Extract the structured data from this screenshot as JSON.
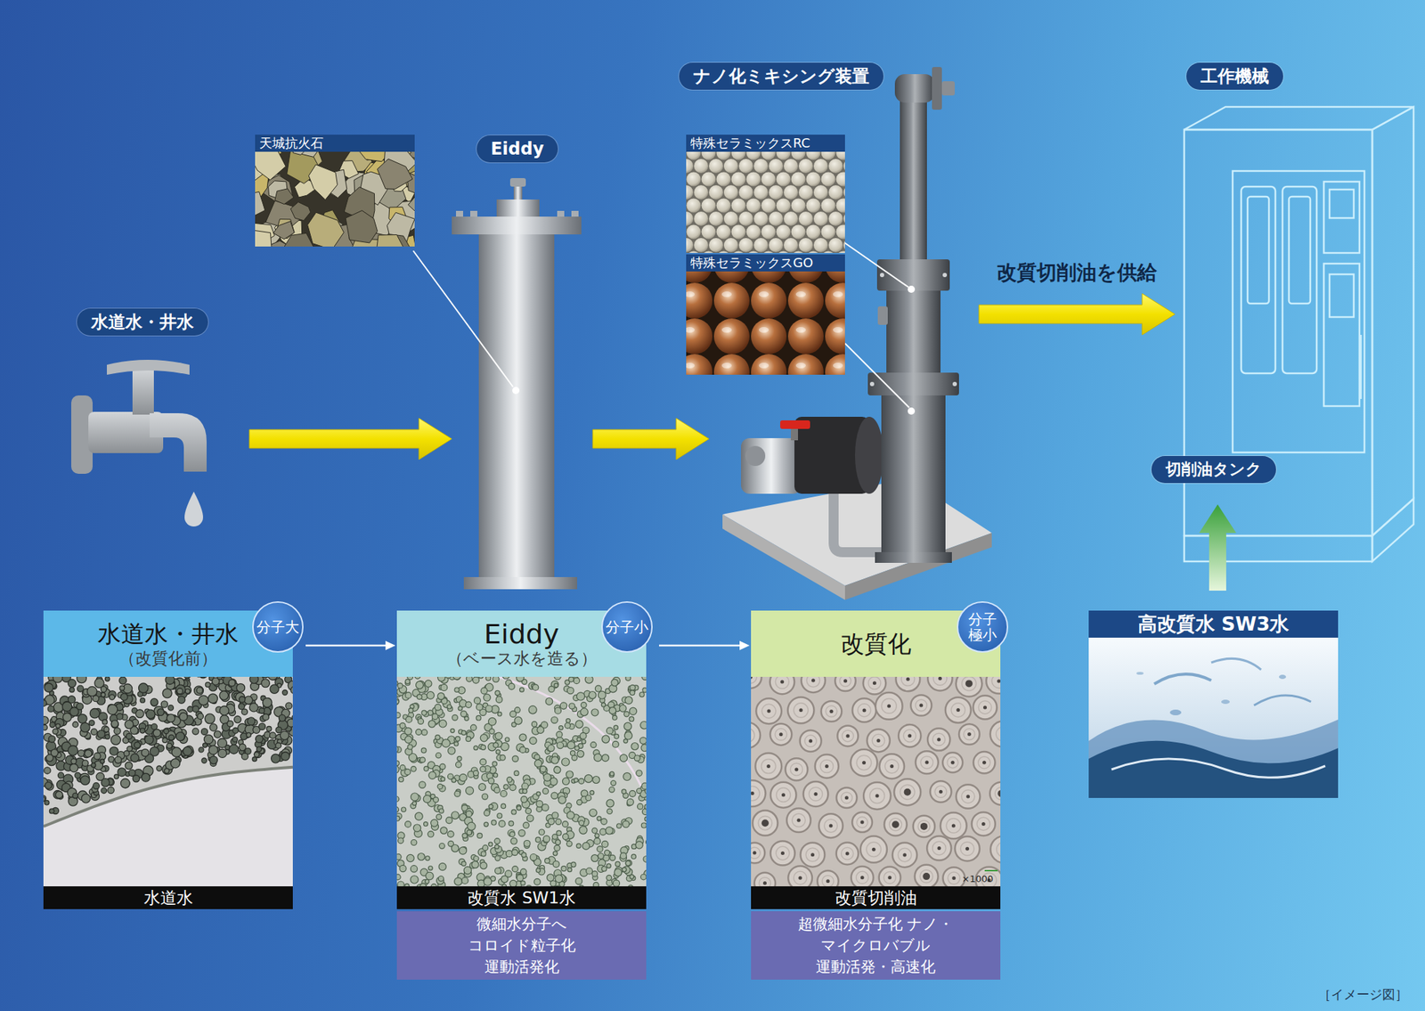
{
  "diagram": {
    "nodes": [
      {
        "text": [
          "水道水・井水"
        ]
      },
      {
        "text": [
          "Eiddy"
        ]
      },
      {
        "text": [
          "ナノ化ミキシング装置"
        ]
      },
      {
        "text": [
          "工作機械"
        ]
      },
      {
        "text": [
          "切削油タンク"
        ],
        "in": 3
      },
      {
        "text": [
          "水道水・井水",
          "（改質化前）"
        ]
      },
      {
        "text": [
          "分子大"
        ],
        "in": 5
      },
      {
        "text": [
          "水道水"
        ],
        "in": 5
      },
      {
        "text": [
          "Eiddy",
          "（ベース水を造る）"
        ]
      },
      {
        "text": [
          "分子小"
        ],
        "in": 8
      },
      {
        "text": [
          "改質水 SW1水"
        ],
        "in": 8
      },
      {
        "text": [
          "微細水分子へ コロイド粒子化 運動活発化"
        ]
      },
      {
        "text": [
          "改質化"
        ]
      },
      {
        "text": [
          "分子 極小"
        ],
        "in": 12
      },
      {
        "text": [
          "改質切削油"
        ],
        "in": 12
      },
      {
        "text": [
          "超微細水分子化 ナノ・マイクロバブル 運動活発・高速化"
        ]
      },
      {
        "text": [
          "高改質水 SW3水"
        ]
      }
    ],
    "edges": [
      {
        "from": 0,
        "to": 1,
        "arrow": "to"
      },
      {
        "from": 1,
        "to": 2,
        "arrow": "to"
      },
      {
        "from": 2,
        "to": 3,
        "label": "改質切削油を供給",
        "arrow": "to"
      },
      {
        "from": 16,
        "to": 4,
        "arrow": "to"
      },
      {
        "from": 5,
        "to": 8,
        "arrow": "to"
      },
      {
        "from": 8,
        "to": 12,
        "arrow": "to"
      }
    ],
    "labels": [
      "天城抗火石",
      "特殊セラミックスRC",
      "特殊セラミックスGO",
      "×1000",
      "［イメージ図］"
    ]
  }
}
